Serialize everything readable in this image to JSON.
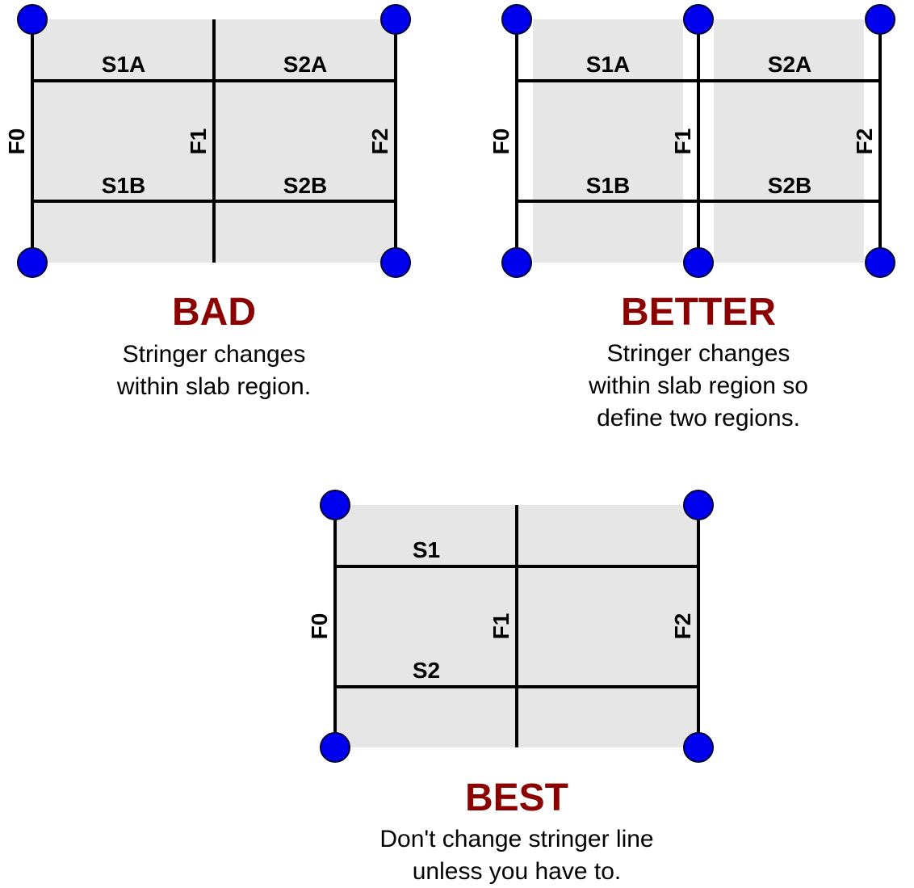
{
  "colors": {
    "region": "#e6e6e6",
    "node": "#0000ee",
    "line": "#000000",
    "title": "#8b0000"
  },
  "panels": [
    {
      "title": "BAD",
      "caption": [
        "Stringer changes",
        "within slab region."
      ],
      "stringer_labels": {
        "left_top": "S1A",
        "right_top": "S2A",
        "left_bottom": "S1B",
        "right_bottom": "S2B"
      },
      "beam_labels": [
        "F0",
        "F1",
        "F2"
      ]
    },
    {
      "title": "BETTER",
      "caption": [
        "Stringer changes",
        "within slab region so",
        "define two regions."
      ],
      "stringer_labels": {
        "left_top": "S1A",
        "right_top": "S2A",
        "left_bottom": "S1B",
        "right_bottom": "S2B"
      },
      "beam_labels": [
        "F0",
        "F1",
        "F2"
      ]
    },
    {
      "title": "BEST",
      "caption": [
        "Don't change stringer line",
        "unless you have to."
      ],
      "stringer_labels": {
        "top": "S1",
        "bottom": "S2"
      },
      "beam_labels": [
        "F0",
        "F1",
        "F2"
      ]
    }
  ]
}
